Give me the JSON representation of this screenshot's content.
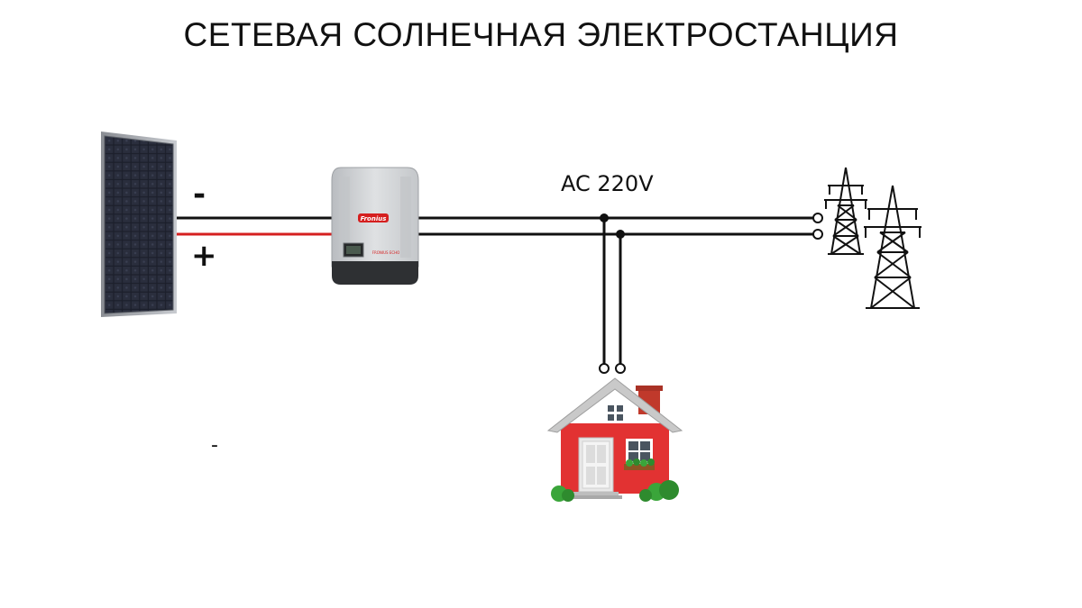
{
  "title": "СЕТЕВАЯ СОЛНЕЧНАЯ ЭЛЕКТРОСТАНЦИЯ",
  "labels": {
    "ac": "AC 220V",
    "minus": "-",
    "plus": "+",
    "stray_dash": "-"
  },
  "inverter": {
    "brand": "Fronius",
    "model": "FRONIUS ECHO"
  },
  "colors": {
    "wire_negative": "#111111",
    "wire_positive": "#d51f1f",
    "ac_wire": "#111111",
    "house_wall": "#e23232",
    "house_roof": "#c9c9c9",
    "panel_cell": "#1c1f2b",
    "inverter_body": "#d4d6d8"
  },
  "icons": [
    "solar-panel-icon",
    "inverter-icon",
    "power-tower-icon",
    "house-icon"
  ]
}
